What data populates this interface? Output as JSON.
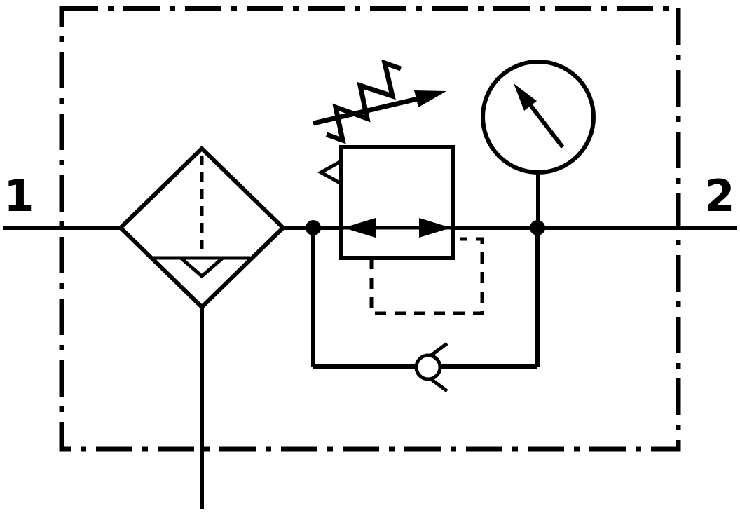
{
  "diagram": {
    "type": "pneumatic-circuit-symbol",
    "description": "Filter-regulator unit: filter with water separator and drain, adjustable relieving pressure regulator, pressure gauge and bypass check valve inside a dash-dot enclosure",
    "ports": {
      "inlet": {
        "label": "1"
      },
      "outlet": {
        "label": "2"
      }
    },
    "components": [
      {
        "id": "filter",
        "icon": "filter-with-water-separator-icon"
      },
      {
        "id": "regulator",
        "icon": "adjustable-pressure-regulator-icon"
      },
      {
        "id": "gauge",
        "icon": "pressure-gauge-icon"
      },
      {
        "id": "check-valve",
        "icon": "bypass-check-valve-icon"
      }
    ],
    "colors": {
      "line": "#000000",
      "background": "#ffffff"
    }
  }
}
